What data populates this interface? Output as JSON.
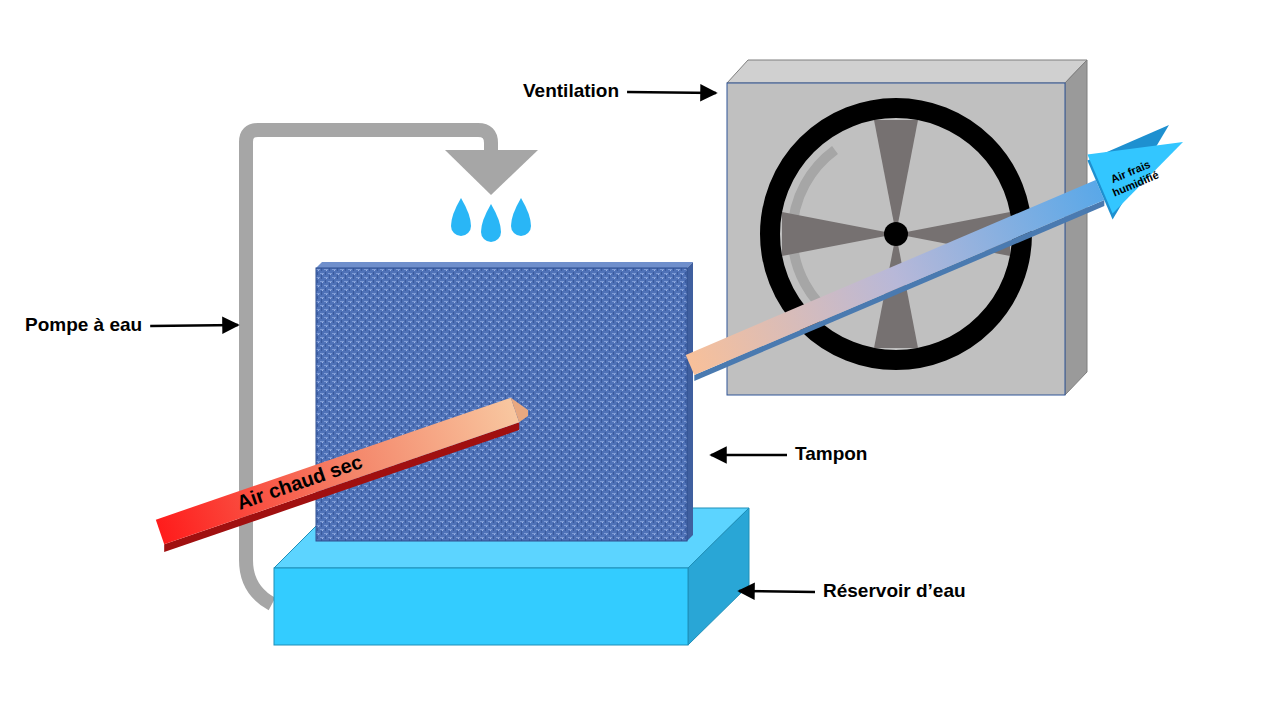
{
  "diagram": {
    "labels": [
      "Ventilation",
      "Air frais humidifié",
      "Pompe à eau",
      "Tampon",
      "Air chaud sec",
      "Réservoir d’eau"
    ]
  }
}
